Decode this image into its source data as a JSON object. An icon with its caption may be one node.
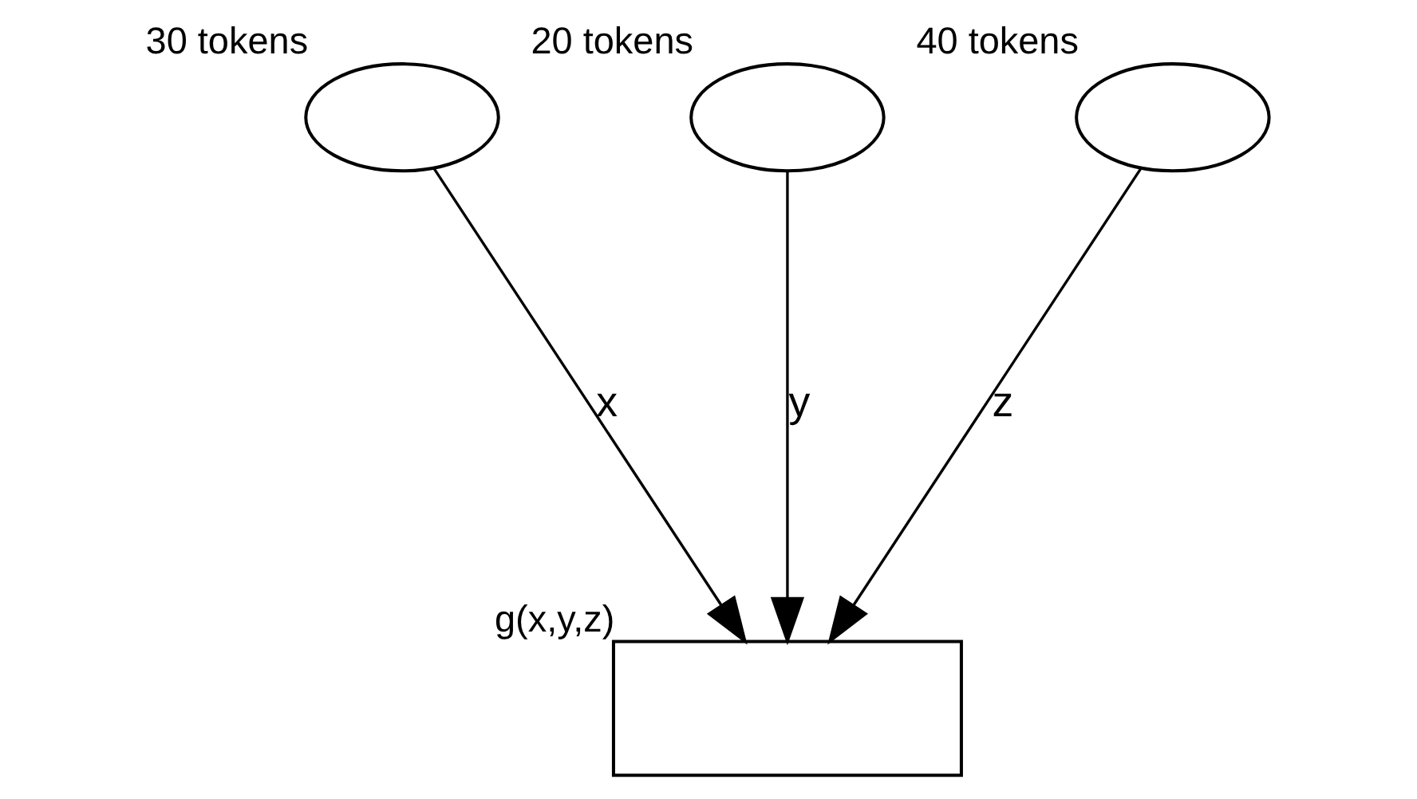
{
  "diagram": {
    "nodes": [
      {
        "text": [],
        "shape": "ellipse",
        "beside": [
          "30 tokens"
        ]
      },
      {
        "text": [],
        "shape": "ellipse",
        "beside": [
          "20 tokens"
        ]
      },
      {
        "text": [],
        "shape": "ellipse",
        "beside": [
          "40 tokens"
        ]
      },
      {
        "text": [],
        "shape": "box",
        "beside": [
          "g(x,y,z)"
        ]
      }
    ],
    "edges": [
      {
        "from": 0,
        "to": 3,
        "arrow": "to",
        "label": "x"
      },
      {
        "from": 1,
        "to": 3,
        "arrow": "to",
        "label": "y"
      },
      {
        "from": 2,
        "to": 3,
        "arrow": "to",
        "label": "z"
      }
    ]
  }
}
